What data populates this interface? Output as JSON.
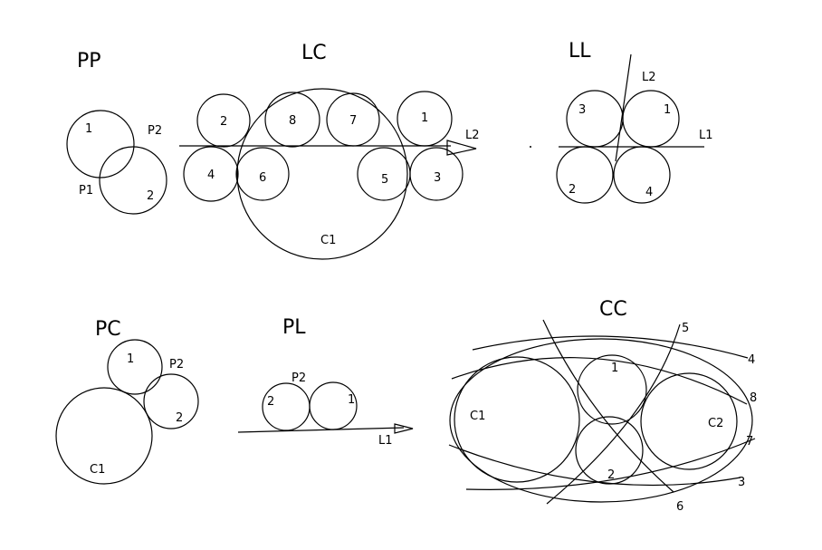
{
  "sections": {
    "pp": {
      "title": "PP",
      "labels": {
        "c1": "1",
        "c2": "2",
        "p1": "P1",
        "p2": "P2"
      }
    },
    "lc": {
      "title": "LC",
      "labels": {
        "c1": "C1",
        "l2": "L2",
        "n1": "1",
        "n2": "2",
        "n3": "3",
        "n4": "4",
        "n5": "5",
        "n6": "6",
        "n7": "7",
        "n8": "8"
      }
    },
    "ll": {
      "title": "LL",
      "labels": {
        "l1": "L1",
        "l2": "L2",
        "n1": "1",
        "n2": "2",
        "n3": "3",
        "n4": "4"
      }
    },
    "pc": {
      "title": "PC",
      "labels": {
        "c1": "C1",
        "p2": "P2",
        "n1": "1",
        "n2": "2"
      }
    },
    "pl": {
      "title": "PL",
      "labels": {
        "l1": "L1",
        "p2": "P2",
        "n1": "1",
        "n2": "2"
      }
    },
    "cc": {
      "title": "CC",
      "labels": {
        "c1": "C1",
        "c2": "C2",
        "n1": "1",
        "n2": "2",
        "n3": "3",
        "n4": "4",
        "n5": "5",
        "n6": "6",
        "n7": "7",
        "n8": "8"
      }
    }
  }
}
